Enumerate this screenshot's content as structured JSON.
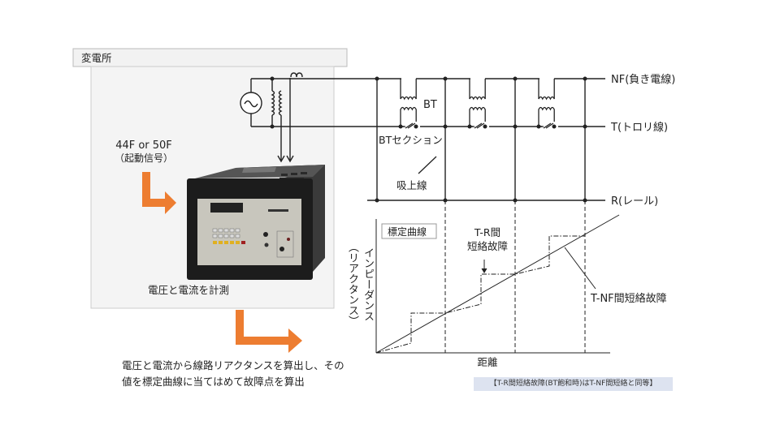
{
  "substation": {
    "label": "変電所"
  },
  "trigger": {
    "line1": "44F or 50F",
    "line2": "（起動信号）"
  },
  "device": {
    "caption": "電圧と電流を計測"
  },
  "circuit": {
    "nf_label": "NF(負き電線)",
    "t_label": "T(トロリ線)",
    "r_label": "R(レール)",
    "bt_label": "BT",
    "bt_section_label": "BTセクション",
    "suction_line_label": "吸上線"
  },
  "graph": {
    "title": "標定曲線",
    "ylabel_main": "インピーダンス",
    "ylabel_sub": "（リアクタンス）",
    "xlabel": "距離",
    "tr_label_line1": "T-R間",
    "tr_label_line2": "短絡故障",
    "tnf_label": "T-NF間短絡故障"
  },
  "note": "【T-R間短絡故障(BT飽和時)はT-NF間短絡と同等】",
  "description": {
    "line1": "電圧と電流から線路リアクタンスを算出し、その",
    "line2": "値を標定曲線に当てはめて故障点を算出"
  },
  "colors": {
    "accent": "#ed7d31",
    "note_bg": "#dde3f0"
  }
}
